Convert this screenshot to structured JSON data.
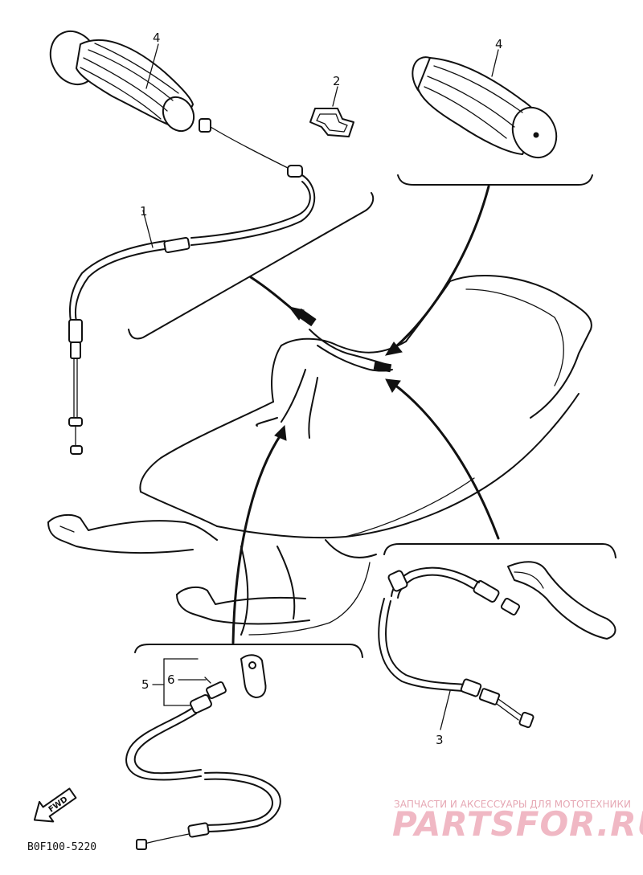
{
  "callouts": {
    "part_1": "1",
    "part_2": "2",
    "part_3": "3",
    "part_4_left": "4",
    "part_4_right": "4",
    "part_5": "5",
    "part_6": "6"
  },
  "fwd_label": "FWD",
  "diagram_code": "B0F100-5220",
  "watermark": {
    "tagline": "ЗАПЧАСТИ И АКСЕССУАРЫ ДЛЯ МОТОТЕХНИКИ",
    "logo": "PARTSFOR.RU"
  }
}
